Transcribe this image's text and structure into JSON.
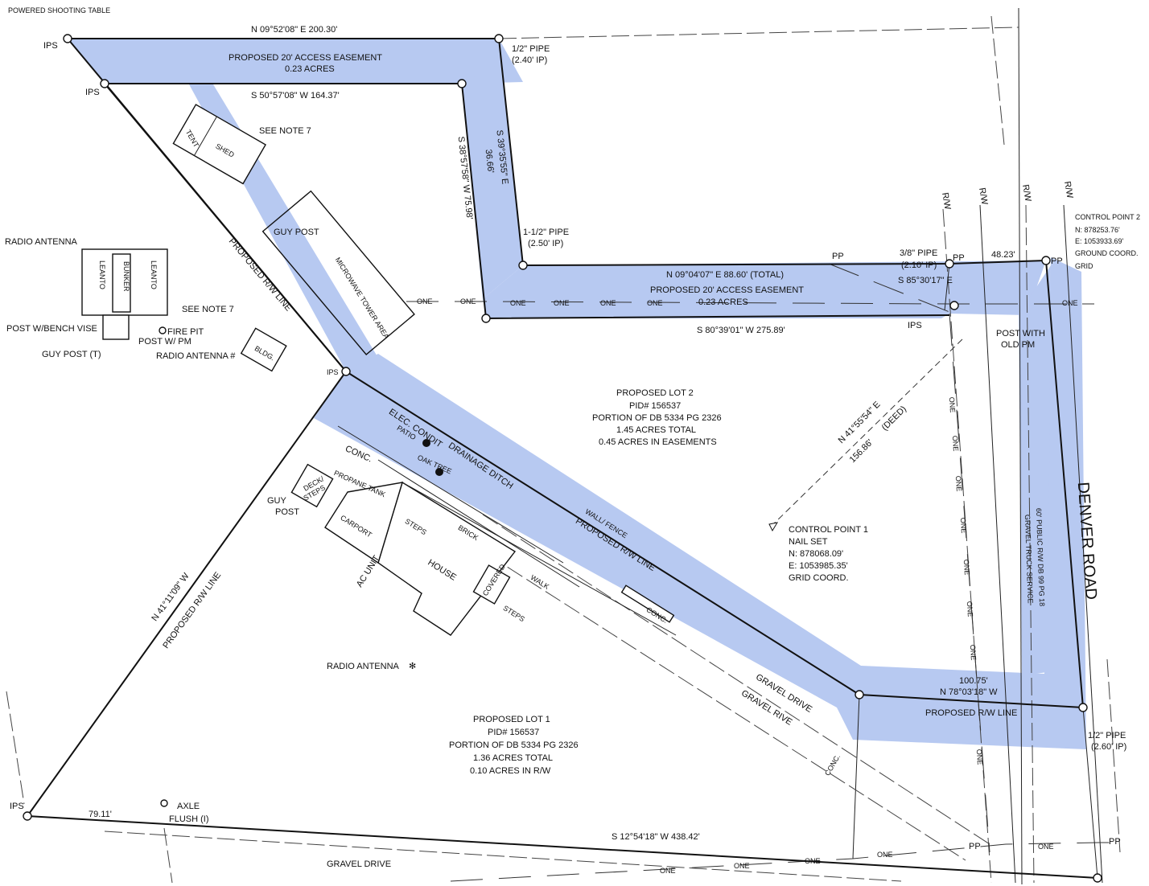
{
  "title": "POWERED SHOOTING TABLE",
  "road": "DENVER ROAD",
  "lots": {
    "lot2": [
      "PROPOSED LOT 2",
      "PID# 156537",
      "PORTION OF DB 5334 PG 2326",
      "1.45 ACRES TOTAL",
      "0.45 ACRES IN EASEMENTS"
    ],
    "lot1": [
      "PROPOSED LOT 1",
      "PID# 156537",
      "PORTION OF DB 5334 PG 2326",
      "1.36 ACRES TOTAL",
      "0.10 ACRES IN R/W"
    ]
  },
  "easements": {
    "upper": [
      "PROPOSED 20' ACCESS EASEMENT",
      "0.23 ACRES"
    ],
    "lower": [
      "PROPOSED 20' ACCESS EASEMENT",
      "0.23 ACRES"
    ]
  },
  "bearings": {
    "b1": "N 09°52'08\" E 200.30'",
    "b2": "S 50°57'08\" W 164.37'",
    "b3": "S 39°35'55\" E",
    "b3d": "36.66'",
    "b4": "S 38°57'58\" W 75.98'",
    "b5": "N 09°04'07\" E 88.60' (TOTAL)",
    "b6": "S 80°39'01\" W 275.89'",
    "b7": "S 85°30'17\" E",
    "b8": "48.23'",
    "b9": "N 41°55'54\" E",
    "b9d": "156.86'",
    "b9n": "(DEED)",
    "b10": "100.75'",
    "b11": "N 78°03'18\" W",
    "b12": "N 41°11'09\" W",
    "b13": "S 12°54'18\" W 438.42'",
    "b14": "79.11'"
  },
  "points": {
    "ips": "IPS",
    "pipe1": "1/2\" PIPE",
    "pipe1v": "(2.40' IP)",
    "pipe2": "1-1/2\" PIPE",
    "pipe2v": "(2.50' IP)",
    "pipe3": "3/8\" PIPE",
    "pipe3v": "(2.10' IP)",
    "pipe4": "1/2\" PIPE",
    "pipe4v": "(2.60' IP)",
    "pp": "PP",
    "axle": "AXLE",
    "axlev": "FLUSH (I)",
    "postpm": "POST WITH",
    "postpmv": "OLD PM"
  },
  "control": {
    "cp2": [
      "CONTROL POINT 2",
      "N: 878253.76'",
      "E: 1053933.69'",
      "GROUND COORD.",
      "GRID"
    ],
    "cp1": [
      "CONTROL POINT 1",
      "NAIL SET",
      "N: 878068.09'",
      "E: 1053985.35'",
      "GRID COORD."
    ]
  },
  "features": {
    "tent": "TENT",
    "shed": "SHED",
    "note7": "SEE NOTE 7",
    "guypost": "GUY POST",
    "guypost2": "GUY",
    "guypost2b": "POST",
    "guypostT": "GUY POST (T)",
    "microwave": "MICROWAVE TOWER AREA",
    "radio": "RADIO ANTENNA",
    "radio2": "RADIO ANTENNA #",
    "radio3": "RADIO ANTENNA",
    "leanto": "LEANTO",
    "bunker": "BUNKER",
    "postvise": "POST W/BENCH VISE",
    "firepit": "FIRE PIT",
    "postpm": "POST W/ PM",
    "bldg": "BLDG.",
    "rwline": "PROPOSED R/W LINE",
    "rw": "R/W",
    "one": "ONE",
    "elec": "ELEC. CONDIT",
    "patio": "PATIO",
    "drainage": "DRAINAGE DITCH",
    "conc": "CONC.",
    "propane": "PROPANE TANK",
    "deck": "DECK/",
    "deckb": "STEPS",
    "carport": "CARPORT",
    "steps": "STEPS",
    "brick": "BRICK",
    "house": "HOUSE",
    "acunit": "AC UNIT",
    "walk": "WALK",
    "fence": "WALL/ FENCE",
    "gravel": "GRAVEL DRIVE",
    "gravel2": "GRAVEL RIVE",
    "covered": "COVERED",
    "oaktree": "OAK TREE",
    "note": "60' PUBLIC R/W DB 99 PG 18",
    "noteb": "GRAVEL TRUCK SERVICE"
  }
}
